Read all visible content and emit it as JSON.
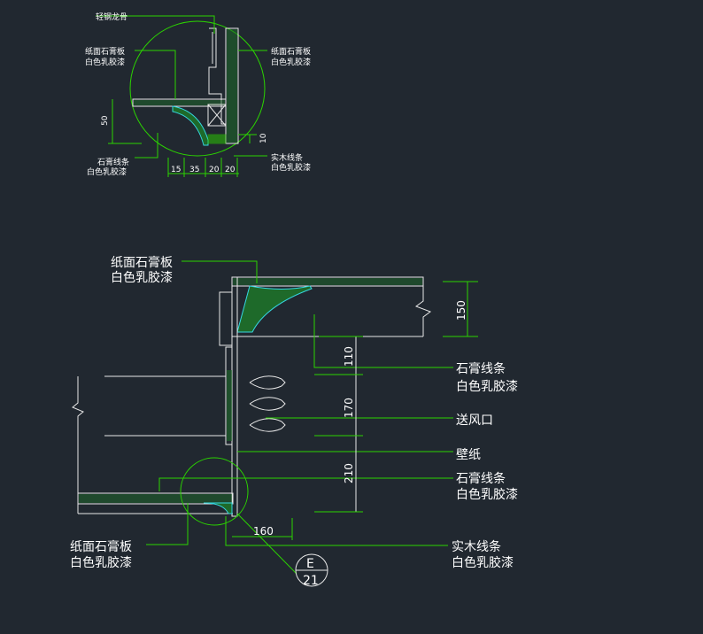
{
  "detail": {
    "keel": "轻钢龙骨",
    "gypsum_left_1": "纸面石膏板",
    "gypsum_left_2": "白色乳胶漆",
    "gypsum_right_1": "纸面石膏板",
    "gypsum_right_2": "白色乳胶漆",
    "plaster_1": "石膏线条",
    "plaster_2": "白色乳胶漆",
    "wood_1": "实木线条",
    "wood_2": "白色乳胶漆",
    "dim_50": "50",
    "dim_10": "10",
    "dim_15": "15",
    "dim_35": "35",
    "dim_20a": "20",
    "dim_20b": "20"
  },
  "section": {
    "gypsum_top_1": "纸面石膏板",
    "gypsum_top_2": "白色乳胶漆",
    "plaster_top_1": "石膏线条",
    "plaster_top_2": "白色乳胶漆",
    "vent": "送风口",
    "wallpaper": "壁纸",
    "plaster_bot_1": "石膏线条",
    "plaster_bot_2": "白色乳胶漆",
    "gypsum_bot_1": "纸面石膏板",
    "gypsum_bot_2": "白色乳胶漆",
    "wood_1": "实木线条",
    "wood_2": "白色乳胶漆",
    "dim_150": "150",
    "dim_110": "110",
    "dim_170": "170",
    "dim_210": "210",
    "dim_160": "160"
  },
  "tag": {
    "letter": "E",
    "number": "21"
  },
  "colors": {
    "background": "#212830",
    "leader": "#2bd400",
    "outline": "#e8e8e8",
    "accent": "#35d6e0"
  }
}
